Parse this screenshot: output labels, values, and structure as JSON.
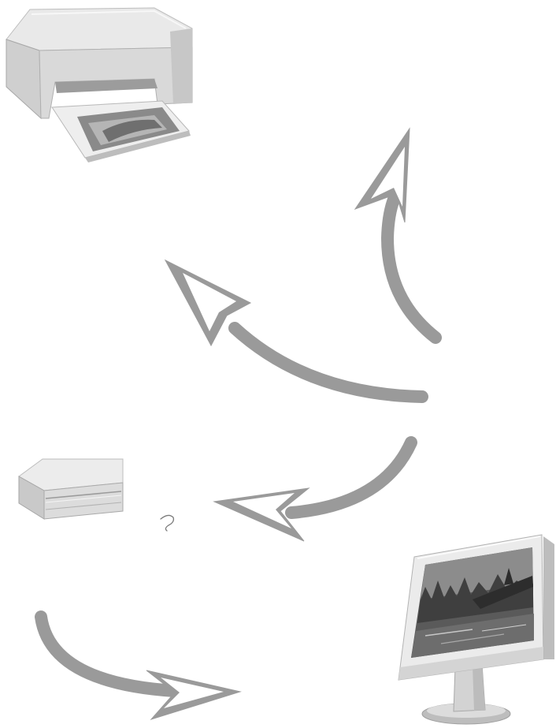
{
  "diagram": {
    "devices": [
      {
        "id": "printer",
        "icon": "inkjet-printer-icon"
      },
      {
        "id": "external-drive",
        "icon": "external-drive-icon"
      },
      {
        "id": "monitor",
        "icon": "lcd-monitor-icon"
      }
    ],
    "arrows": [
      {
        "id": "arrow-up-to-printer"
      },
      {
        "id": "arrow-to-printer"
      },
      {
        "id": "arrow-to-drive"
      },
      {
        "id": "arrow-to-monitor"
      }
    ],
    "colors": {
      "arrow": "#9a9a9a",
      "device_light": "#e6e6e6",
      "device_mid": "#c4c4c4",
      "device_dark": "#8e8e8e"
    }
  }
}
